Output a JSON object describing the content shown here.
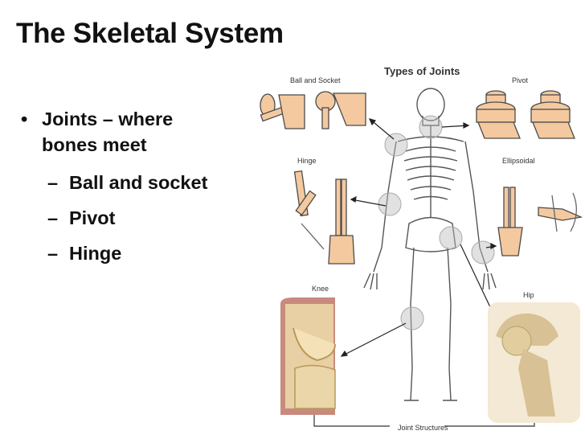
{
  "slide": {
    "title": "The Skeletal System",
    "bullet": "Joints – where bones meet",
    "bullet_line1": "Joints – where",
    "bullet_line2": "bones meet",
    "sub_bullets": [
      "Ball and socket",
      "Pivot",
      "Hinge"
    ],
    "bullet_marker": "•",
    "sub_marker": "–"
  },
  "figure": {
    "heading": "Types of Joints",
    "labels": {
      "ball_and_socket": "Ball and Socket",
      "pivot": "Pivot",
      "hinge": "Hinge",
      "ellipsoidal": "Ellipsoidal",
      "knee": "Knee",
      "hip": "Hip",
      "joint_structures": "Joint Structures"
    },
    "colors": {
      "bone_tan": "#f4c9a0",
      "bone_outline": "#4a4a4a",
      "knee_pink": "#c98a7e",
      "hip_beige": "#d8c194",
      "joint_highlight": "#bdbdbd"
    }
  }
}
